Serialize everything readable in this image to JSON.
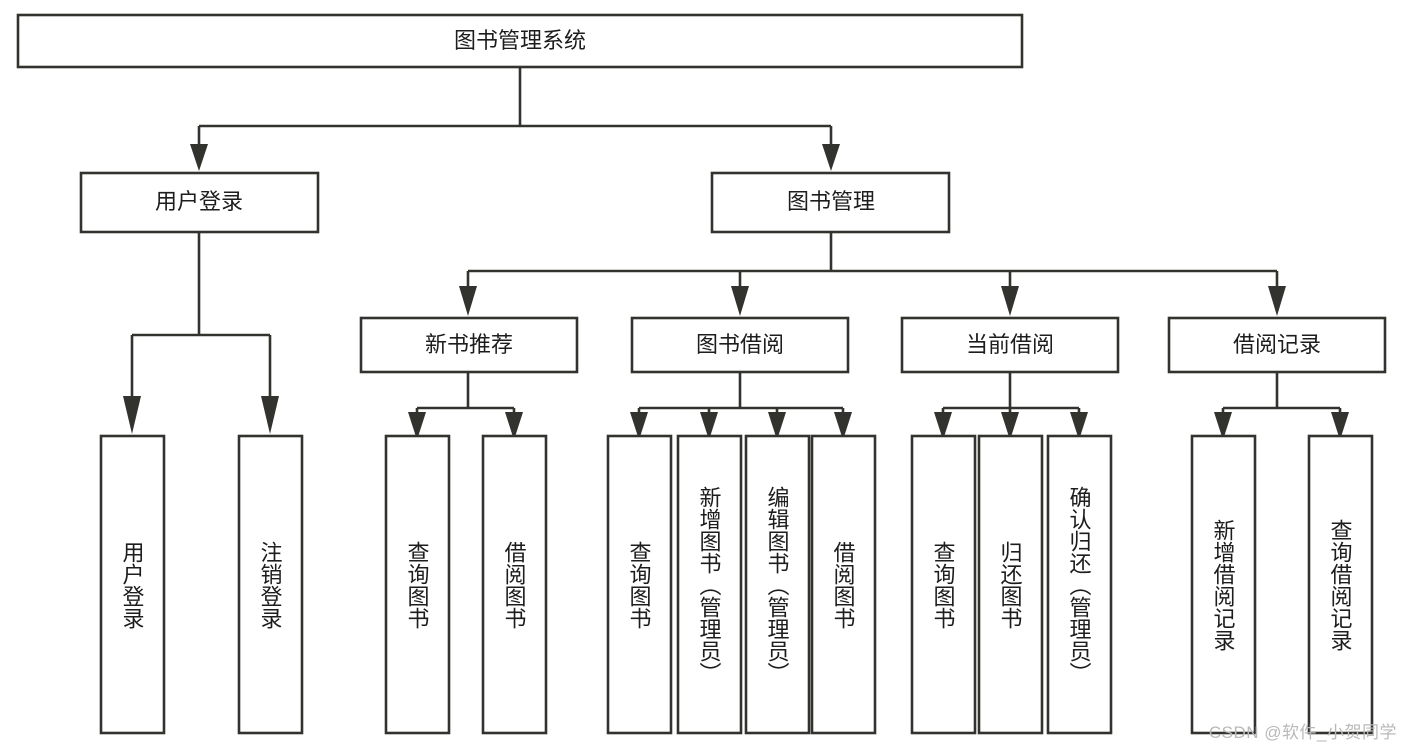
{
  "diagram": {
    "title": "图书管理系统",
    "type": "hierarchy-tree",
    "root": {
      "id": "root",
      "label": "图书管理系统"
    },
    "level2": [
      {
        "id": "user-login",
        "label": "用户登录"
      },
      {
        "id": "book-manage",
        "label": "图书管理"
      }
    ],
    "level3": [
      {
        "id": "new-book-rec",
        "label": "新书推荐",
        "parent": "book-manage"
      },
      {
        "id": "book-borrow",
        "label": "图书借阅",
        "parent": "book-manage"
      },
      {
        "id": "current-borrow",
        "label": "当前借阅",
        "parent": "book-manage"
      },
      {
        "id": "borrow-record",
        "label": "借阅记录",
        "parent": "book-manage"
      }
    ],
    "leaves": [
      {
        "id": "leaf-user-login",
        "label": "用户登录",
        "parent": "user-login"
      },
      {
        "id": "leaf-user-logout",
        "label": "注销登录",
        "parent": "user-login"
      },
      {
        "id": "leaf-query-book-1",
        "label": "查询图书",
        "parent": "new-book-rec"
      },
      {
        "id": "leaf-borrow-book-1",
        "label": "借阅图书",
        "parent": "new-book-rec"
      },
      {
        "id": "leaf-query-book-2",
        "label": "查询图书",
        "parent": "book-borrow"
      },
      {
        "id": "leaf-add-book",
        "label": "新增图书（管理员）",
        "parent": "book-borrow"
      },
      {
        "id": "leaf-edit-book",
        "label": "编辑图书（管理员）",
        "parent": "book-borrow"
      },
      {
        "id": "leaf-borrow-book-2",
        "label": "借阅图书",
        "parent": "book-borrow"
      },
      {
        "id": "leaf-query-book-3",
        "label": "查询图书",
        "parent": "current-borrow"
      },
      {
        "id": "leaf-return-book",
        "label": "归还图书",
        "parent": "current-borrow"
      },
      {
        "id": "leaf-confirm-return",
        "label": "确认归还（管理员）",
        "parent": "current-borrow"
      },
      {
        "id": "leaf-add-record",
        "label": "新增借阅记录",
        "parent": "borrow-record"
      },
      {
        "id": "leaf-query-record",
        "label": "查询借阅记录",
        "parent": "borrow-record"
      }
    ],
    "colors": {
      "box_stroke": "#32322f",
      "box_fill": "#ffffff",
      "text": "#1d1d1d",
      "watermark": "#b9b9b9",
      "background": "#ffffff"
    }
  },
  "watermark": {
    "text": "CSDN @软件_小贺同学"
  }
}
